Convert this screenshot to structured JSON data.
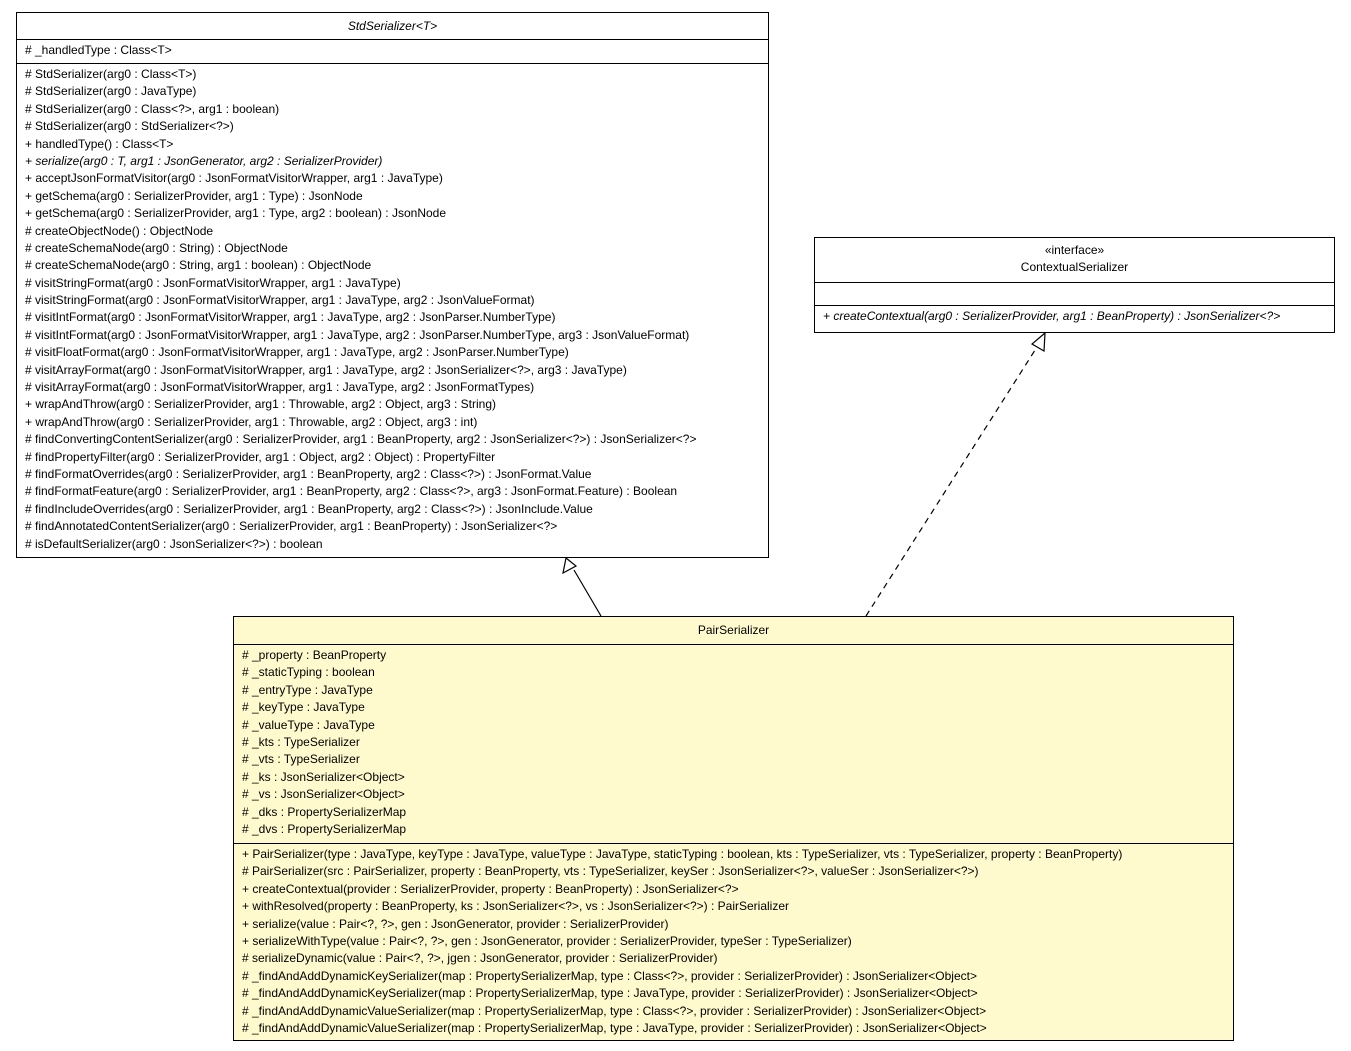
{
  "classes": {
    "std_serializer": {
      "name": "StdSerializer<T>",
      "fields": [
        "# _handledType : Class<T>"
      ],
      "methods": [
        "# StdSerializer(arg0 : Class<T>)",
        "# StdSerializer(arg0 : JavaType)",
        "# StdSerializer(arg0 : Class<?>, arg1 : boolean)",
        "# StdSerializer(arg0 : StdSerializer<?>)",
        "+ handledType() : Class<T>",
        "+ serialize(arg0 : T, arg1 : JsonGenerator, arg2 : SerializerProvider)",
        "+ acceptJsonFormatVisitor(arg0 : JsonFormatVisitorWrapper, arg1 : JavaType)",
        "+ getSchema(arg0 : SerializerProvider, arg1 : Type) : JsonNode",
        "+ getSchema(arg0 : SerializerProvider, arg1 : Type, arg2 : boolean) : JsonNode",
        "# createObjectNode() : ObjectNode",
        "# createSchemaNode(arg0 : String) : ObjectNode",
        "# createSchemaNode(arg0 : String, arg1 : boolean) : ObjectNode",
        "# visitStringFormat(arg0 : JsonFormatVisitorWrapper, arg1 : JavaType)",
        "# visitStringFormat(arg0 : JsonFormatVisitorWrapper, arg1 : JavaType, arg2 : JsonValueFormat)",
        "# visitIntFormat(arg0 : JsonFormatVisitorWrapper, arg1 : JavaType, arg2 : JsonParser.NumberType)",
        "# visitIntFormat(arg0 : JsonFormatVisitorWrapper, arg1 : JavaType, arg2 : JsonParser.NumberType, arg3 : JsonValueFormat)",
        "# visitFloatFormat(arg0 : JsonFormatVisitorWrapper, arg1 : JavaType, arg2 : JsonParser.NumberType)",
        "# visitArrayFormat(arg0 : JsonFormatVisitorWrapper, arg1 : JavaType, arg2 : JsonSerializer<?>, arg3 : JavaType)",
        "# visitArrayFormat(arg0 : JsonFormatVisitorWrapper, arg1 : JavaType, arg2 : JsonFormatTypes)",
        "+ wrapAndThrow(arg0 : SerializerProvider, arg1 : Throwable, arg2 : Object, arg3 : String)",
        "+ wrapAndThrow(arg0 : SerializerProvider, arg1 : Throwable, arg2 : Object, arg3 : int)",
        "# findConvertingContentSerializer(arg0 : SerializerProvider, arg1 : BeanProperty, arg2 : JsonSerializer<?>) : JsonSerializer<?>",
        "# findPropertyFilter(arg0 : SerializerProvider, arg1 : Object, arg2 : Object) : PropertyFilter",
        "# findFormatOverrides(arg0 : SerializerProvider, arg1 : BeanProperty, arg2 : Class<?>) : JsonFormat.Value",
        "# findFormatFeature(arg0 : SerializerProvider, arg1 : BeanProperty, arg2 : Class<?>, arg3 : JsonFormat.Feature) : Boolean",
        "# findIncludeOverrides(arg0 : SerializerProvider, arg1 : BeanProperty, arg2 : Class<?>) : JsonInclude.Value",
        "# findAnnotatedContentSerializer(arg0 : SerializerProvider, arg1 : BeanProperty) : JsonSerializer<?>",
        "# isDefaultSerializer(arg0 : JsonSerializer<?>) : boolean"
      ],
      "abstract_method_index": 5
    },
    "contextual_serializer": {
      "stereotype": "«interface»",
      "name": "ContextualSerializer",
      "methods": [
        "+ createContextual(arg0 : SerializerProvider, arg1 : BeanProperty) : JsonSerializer<?>"
      ]
    },
    "pair_serializer": {
      "name": "PairSerializer",
      "fields": [
        "# _property : BeanProperty",
        "# _staticTyping : boolean",
        "# _entryType : JavaType",
        "# _keyType : JavaType",
        "# _valueType : JavaType",
        "# _kts : TypeSerializer",
        "# _vts : TypeSerializer",
        "# _ks : JsonSerializer<Object>",
        "# _vs : JsonSerializer<Object>",
        "# _dks : PropertySerializerMap",
        "# _dvs : PropertySerializerMap"
      ],
      "methods": [
        "+ PairSerializer(type : JavaType, keyType : JavaType, valueType : JavaType, staticTyping : boolean, kts : TypeSerializer, vts : TypeSerializer, property : BeanProperty)",
        "# PairSerializer(src : PairSerializer, property : BeanProperty, vts : TypeSerializer, keySer : JsonSerializer<?>, valueSer : JsonSerializer<?>)",
        "+ createContextual(provider : SerializerProvider, property : BeanProperty) : JsonSerializer<?>",
        "+ withResolved(property : BeanProperty, ks : JsonSerializer<?>, vs : JsonSerializer<?>) : PairSerializer",
        "+ serialize(value : Pair<?, ?>, gen : JsonGenerator, provider : SerializerProvider)",
        "+ serializeWithType(value : Pair<?, ?>, gen : JsonGenerator, provider : SerializerProvider, typeSer : TypeSerializer)",
        "# serializeDynamic(value : Pair<?, ?>, jgen : JsonGenerator, provider : SerializerProvider)",
        "# _findAndAddDynamicKeySerializer(map : PropertySerializerMap, type : Class<?>, provider : SerializerProvider) : JsonSerializer<Object>",
        "# _findAndAddDynamicKeySerializer(map : PropertySerializerMap, type : JavaType, provider : SerializerProvider) : JsonSerializer<Object>",
        "# _findAndAddDynamicValueSerializer(map : PropertySerializerMap, type : Class<?>, provider : SerializerProvider) : JsonSerializer<Object>",
        "# _findAndAddDynamicValueSerializer(map : PropertySerializerMap, type : JavaType, provider : SerializerProvider) : JsonSerializer<Object>"
      ]
    }
  },
  "colors": {
    "class_fill": "#ffffff",
    "highlight_fill": "#fffacd",
    "stroke": "#000000"
  },
  "relations": [
    {
      "from": "PairSerializer",
      "to": "StdSerializer<T>",
      "kind": "generalization"
    },
    {
      "from": "PairSerializer",
      "to": "ContextualSerializer",
      "kind": "realization"
    }
  ]
}
